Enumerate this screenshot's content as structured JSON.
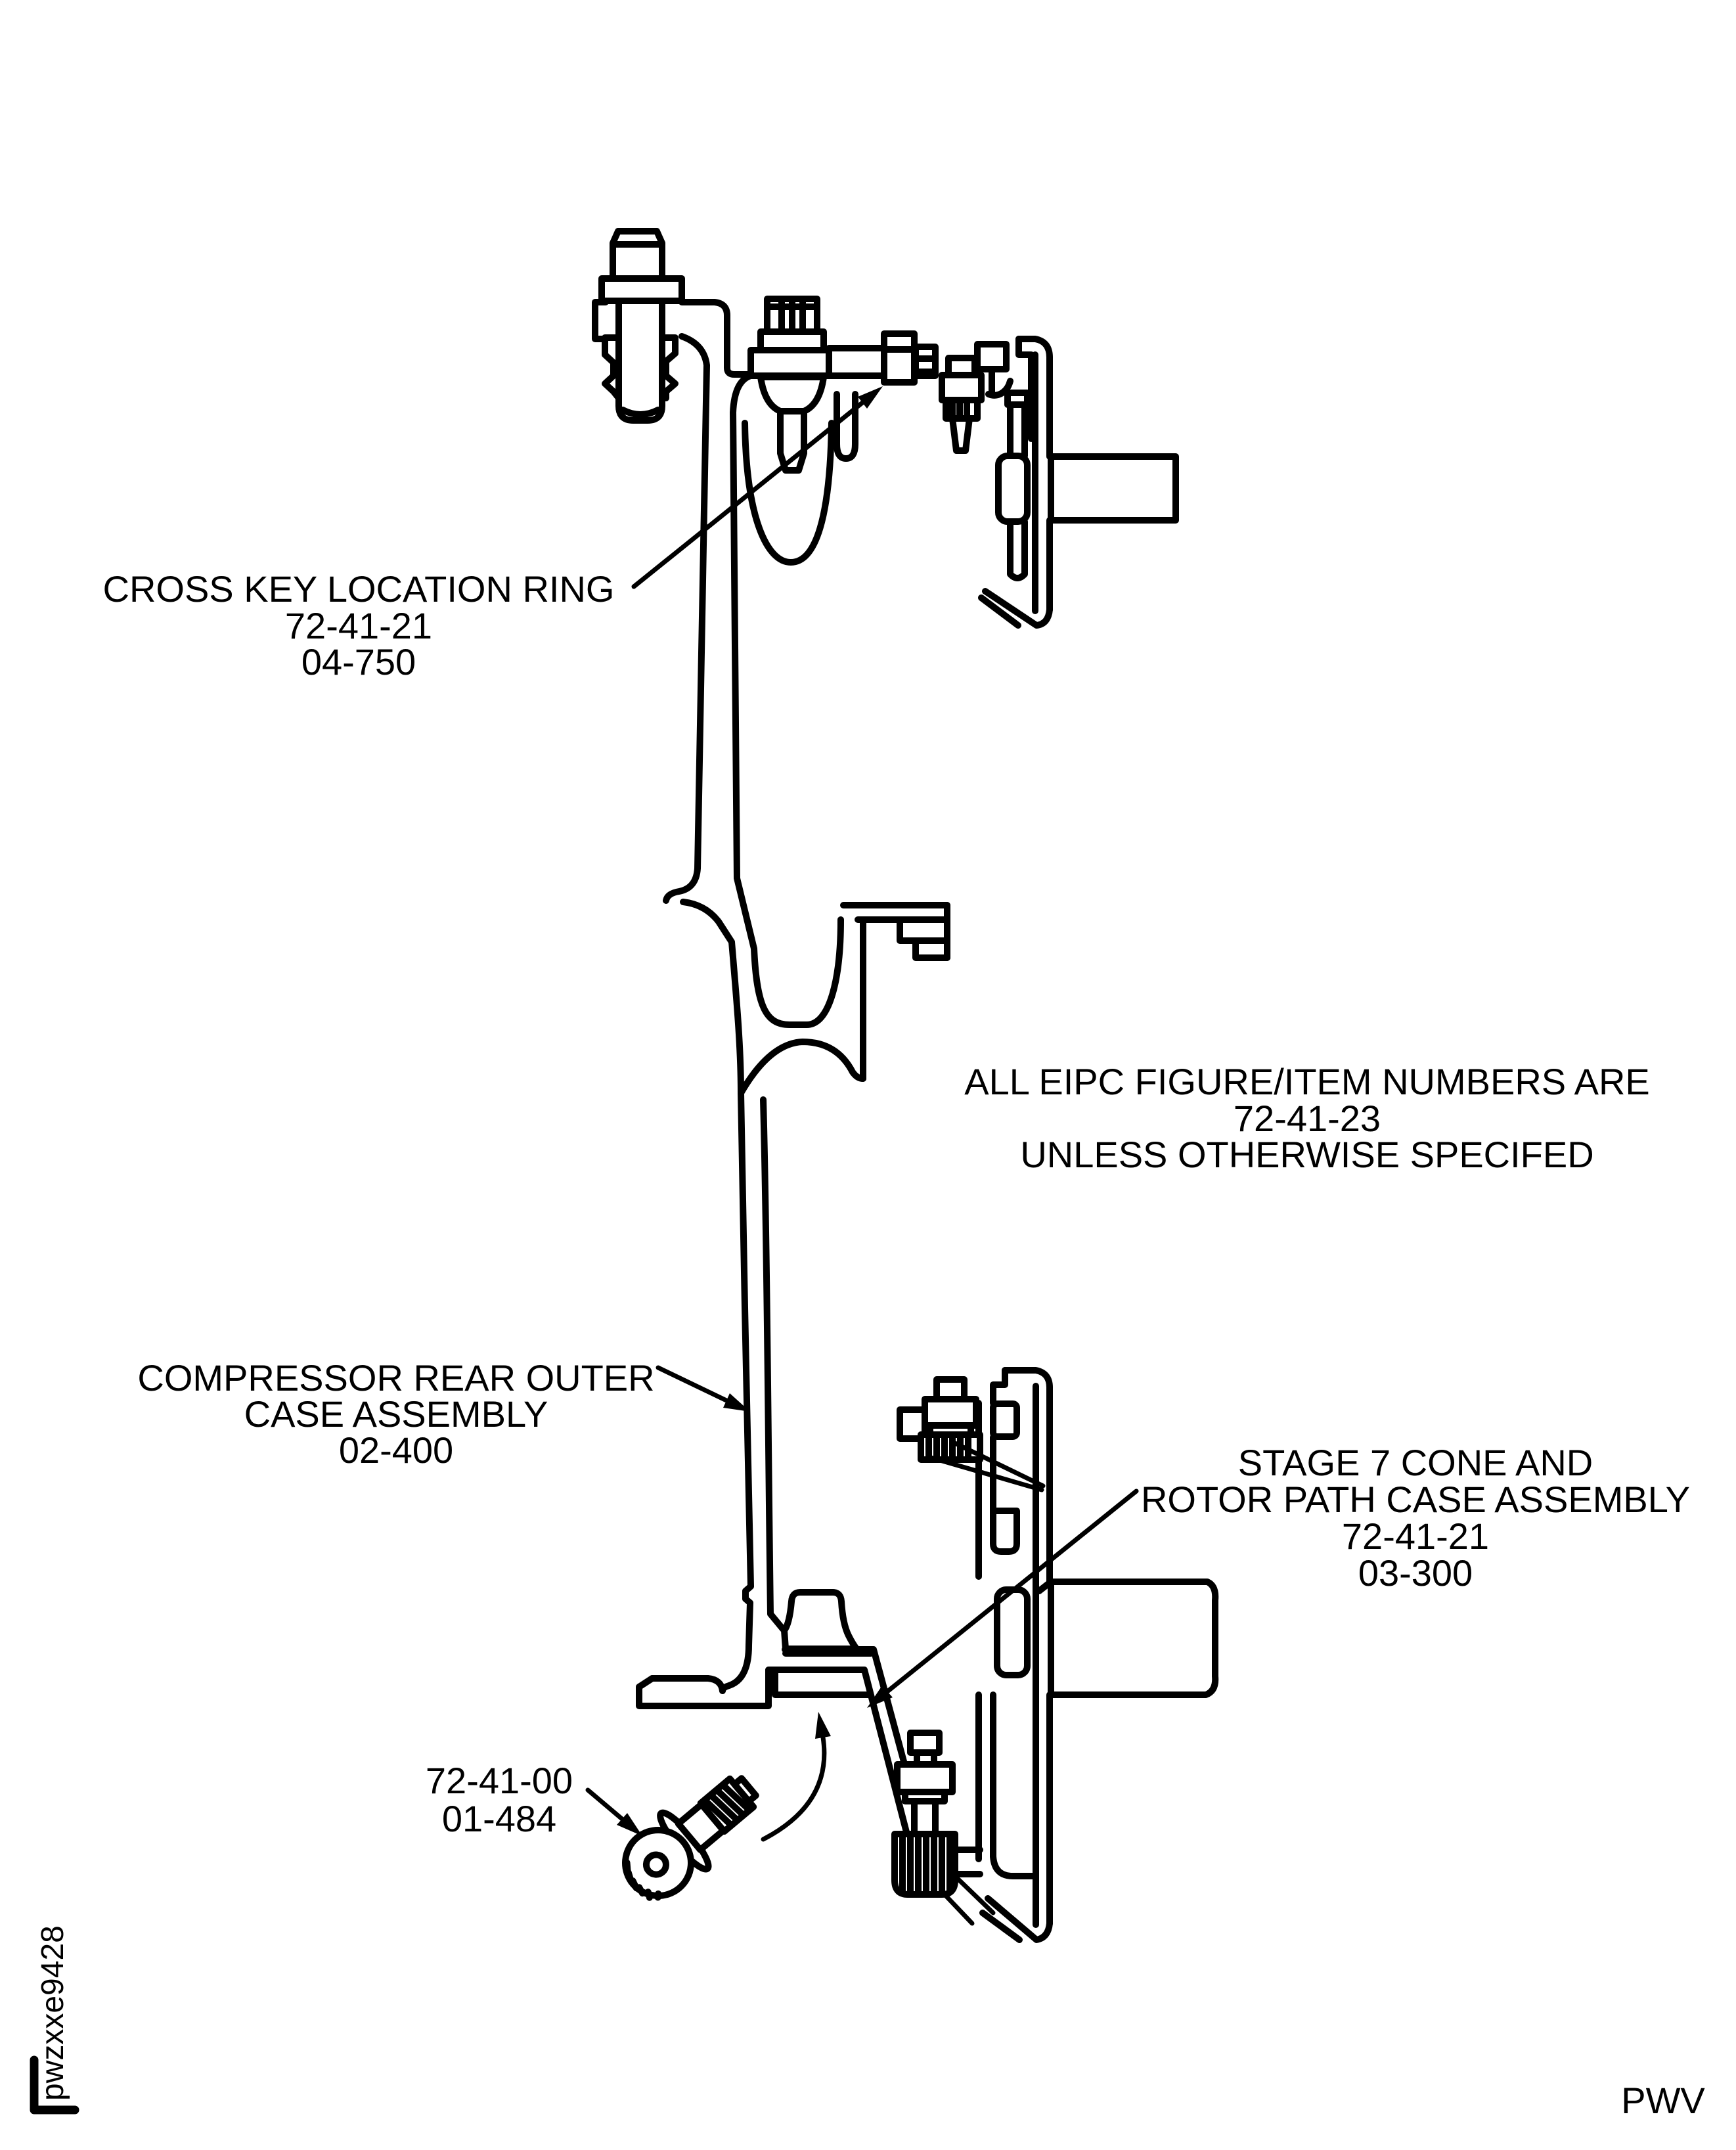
{
  "figure": {
    "labels": {
      "cross_key": {
        "lines": [
          "CROSS KEY LOCATION RING",
          "72-41-21",
          "04-750"
        ]
      },
      "eipc_note": {
        "lines": [
          "ALL EIPC FIGURE/ITEM NUMBERS ARE",
          "72-41-23",
          "UNLESS OTHERWISE SPECIFED"
        ]
      },
      "compressor_case": {
        "lines": [
          "COMPRESSOR REAR OUTER",
          "CASE ASSEMBLY",
          "02-400"
        ]
      },
      "stage7_cone": {
        "lines": [
          "STAGE 7 CONE AND",
          "ROTOR PATH CASE ASSEMBLY",
          "72-41-21",
          "03-300"
        ]
      },
      "bolt_ref": {
        "lines": [
          "72-41-00",
          "01-484"
        ]
      }
    },
    "footer": {
      "page_code": "PWV",
      "stamp": "pwzxxe9428"
    },
    "colors": {
      "line": "#000000",
      "background": "#ffffff"
    }
  }
}
